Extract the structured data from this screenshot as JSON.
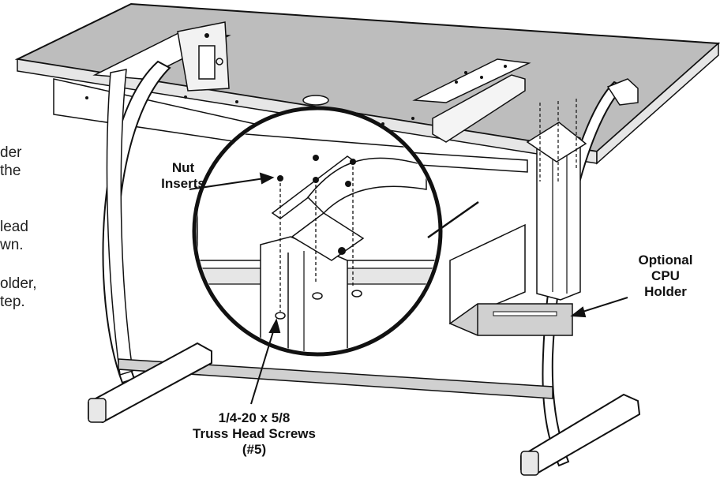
{
  "instruction_fragments": [
    "der",
    "the",
    "lead",
    "wn.",
    "older,",
    "tep."
  ],
  "callouts": {
    "nut_inserts": [
      "Nut",
      "Inserts"
    ],
    "cpu_holder": [
      "Optional",
      "CPU",
      "Holder"
    ],
    "screws": [
      "1/4-20 x 5/8",
      "Truss Head Screws",
      "(#5)"
    ]
  },
  "colors": {
    "desktop": "#bdbdbd",
    "frame": "#ffffff",
    "line": "#111111",
    "shadow": "#d0d0d0"
  }
}
